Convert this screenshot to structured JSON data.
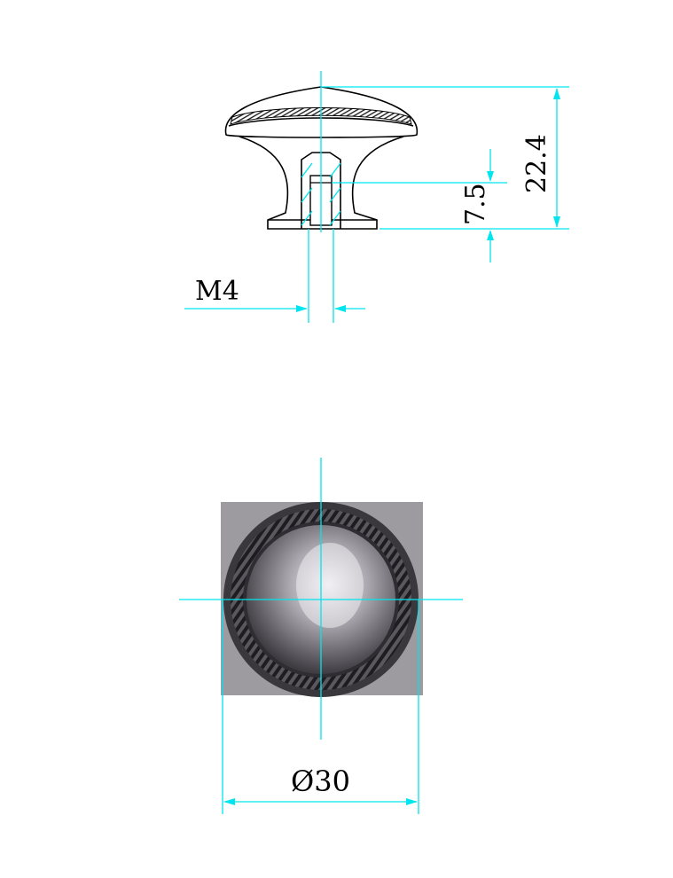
{
  "drawing": {
    "dimensions": {
      "height": "22.4",
      "thread_depth": "7.5",
      "thread": "M4",
      "diameter": "Ø30"
    },
    "colors": {
      "dimension_lines": "#00e5ee",
      "outline": "#000000"
    }
  }
}
